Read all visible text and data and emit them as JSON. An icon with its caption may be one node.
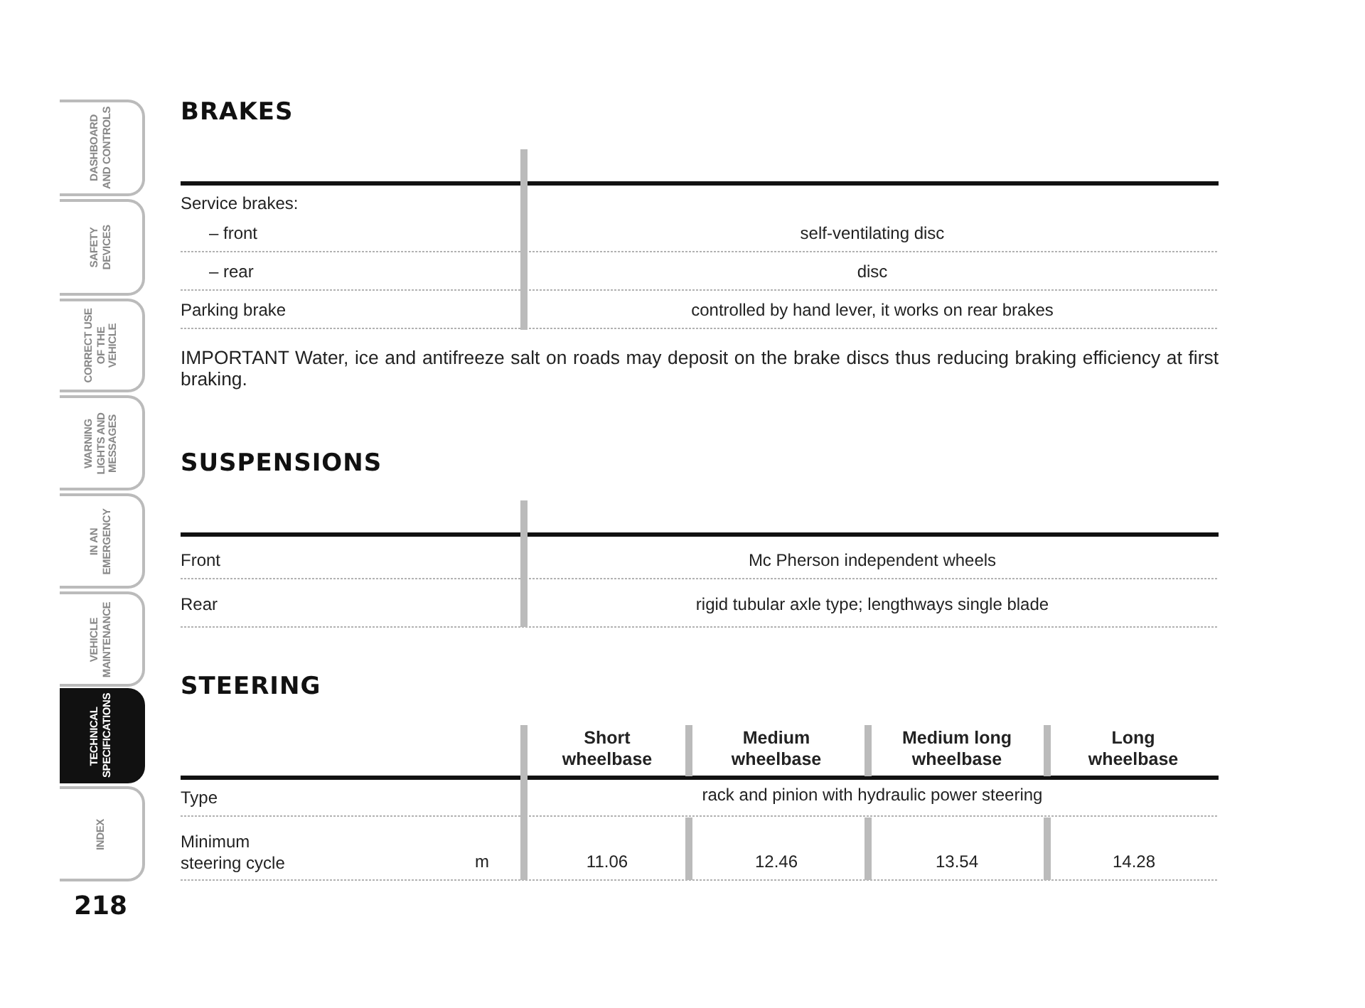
{
  "diagram": {
    "nodes": [
      {
        "text": [
          "DASHBOARD AND CONTROLS"
        ]
      },
      {
        "text": [
          "SAFETY DEVICES"
        ]
      },
      {
        "text": [
          "CORRECT USE OF THE VEHICLE"
        ]
      },
      {
        "text": [
          "WARNING LIGHTS AND MESSAGES"
        ]
      },
      {
        "text": [
          "IN AN EMERGENCY"
        ]
      },
      {
        "text": [
          "VEHICLE MAINTENANCE"
        ]
      },
      {
        "text": [
          "TECHNICAL SPECIFICATIONS"
        ]
      },
      {
        "text": [
          "INDEX"
        ]
      }
    ],
    "labels": [
      "BRAKES",
      "Service brakes:",
      "– front",
      "self-ventilating disc",
      "– rear",
      "disc",
      "Parking brake",
      "controlled by hand lever, it works on rear brakes",
      "IMPORTANT Water, ice and antifreeze salt on roads may deposit on the brake discs thus reducing braking efficiency at first braking.",
      "SUSPENSIONS",
      "Front",
      "Mc Pherson independent wheels",
      "Rear",
      "rigid tubular axle type; lengthways single blade",
      "STEERING",
      "Short wheelbase",
      "Medium wheelbase",
      "Medium long wheelbase",
      "Long wheelbase",
      "Type",
      "rack and pinion with hydraulic power steering",
      "Minimum steering cycle",
      "m",
      "11.06",
      "12.46",
      "13.54",
      "14.28",
      "218"
    ]
  }
}
